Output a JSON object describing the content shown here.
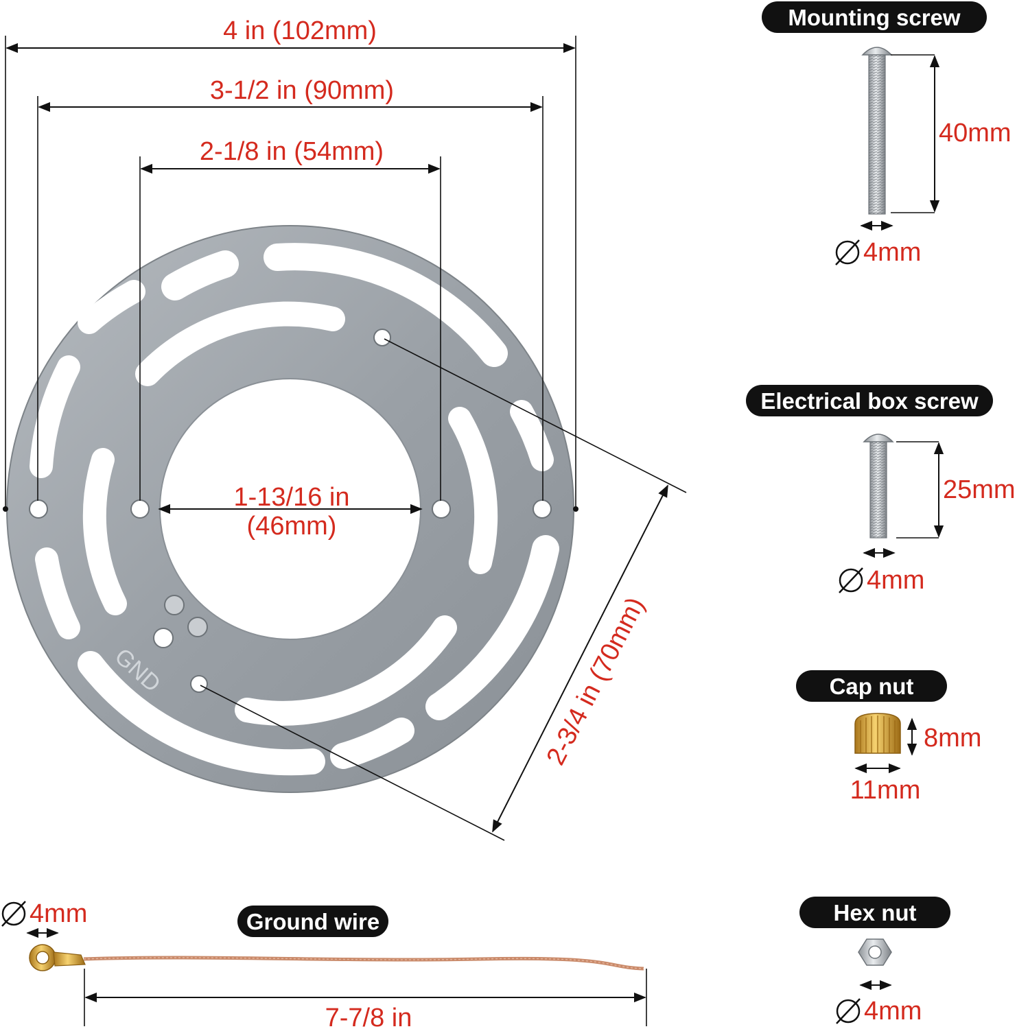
{
  "plate": {
    "dims": {
      "outer": "4 in (102mm)",
      "holes_outer": "3-1/2 in (90mm)",
      "holes_inner": "2-1/8 in (54mm)",
      "center_line1": "1-13/16 in",
      "center_line2": "(46mm)",
      "diagonal": "2-3/4 in (70mm)"
    },
    "marking": "GND"
  },
  "parts": {
    "mounting_screw": {
      "title": "Mounting screw",
      "length": "40mm",
      "diameter": "4mm"
    },
    "box_screw": {
      "title": "Electrical box screw",
      "length": "25mm",
      "diameter": "4mm"
    },
    "cap_nut": {
      "title": "Cap nut",
      "height": "8mm",
      "width": "11mm"
    },
    "hex_nut": {
      "title": "Hex nut",
      "diameter": "4mm"
    },
    "ground_wire": {
      "title": "Ground wire",
      "ring_diameter": "4mm",
      "length": "7-7/8 in"
    }
  },
  "colors": {
    "dimension_text": "#d42a1e",
    "pill_bg": "#111111",
    "plate": "#9ea4aa",
    "brass": "#d9a53a",
    "copper": "#c98a6a"
  }
}
